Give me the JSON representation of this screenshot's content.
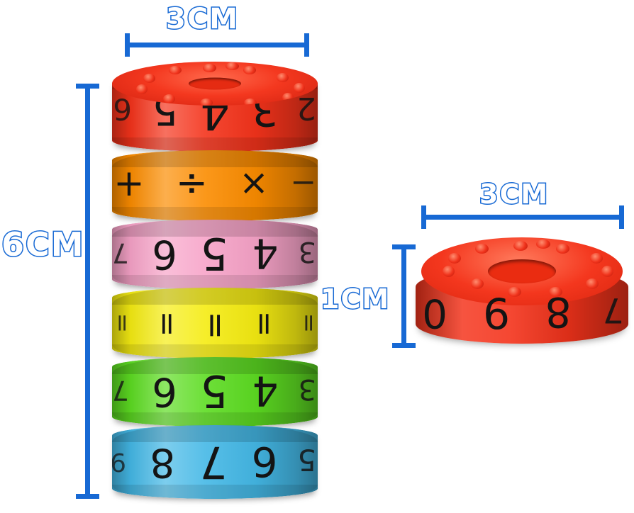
{
  "scene": {
    "title": "Magnetic arithmetic number cylinder toy with size callouts",
    "background_color": "#ffffff",
    "annotation_color": "#1769d4"
  },
  "annotations": [
    {
      "id": "stack-width",
      "name": "stack-width-dimension",
      "label": "3CM",
      "orientation": "horizontal",
      "measures": "diameter of stacked cylinder"
    },
    {
      "id": "stack-height",
      "name": "stack-height-dimension",
      "label": "6CM",
      "orientation": "vertical",
      "measures": "total height of stacked cylinder"
    },
    {
      "id": "disc-width",
      "name": "disc-width-dimension",
      "label": "3CM",
      "orientation": "horizontal",
      "measures": "diameter of single disc"
    },
    {
      "id": "disc-height",
      "name": "disc-height-dimension",
      "label": "1CM",
      "orientation": "vertical",
      "measures": "thickness of single disc"
    }
  ],
  "stack": {
    "name": "magnetic-number-cylinder-stack",
    "ring_count": 6,
    "top_cap": {
      "name": "studded-top-cap",
      "color": "#f4381f",
      "stud_count": 12,
      "stud_color": "#f0321b",
      "center_hole": true
    },
    "rings": [
      {
        "index": 0,
        "name": "ring-red",
        "color": "#f4331b",
        "kind": "digits",
        "glyphs": [
          "6",
          "5",
          "4",
          "3",
          "2"
        ]
      },
      {
        "index": 1,
        "name": "ring-orange",
        "color": "#fb8c00",
        "kind": "operators",
        "glyphs": [
          "+",
          "÷",
          "×",
          "−"
        ]
      },
      {
        "index": 2,
        "name": "ring-pink",
        "color": "#f7a3c8",
        "kind": "digits",
        "glyphs": [
          "7",
          "6",
          "5",
          "4",
          "3"
        ]
      },
      {
        "index": 3,
        "name": "ring-yellow",
        "color": "#f5ec12",
        "kind": "operators",
        "glyphs": [
          "=",
          "=",
          "=",
          "=",
          "="
        ]
      },
      {
        "index": 4,
        "name": "ring-green",
        "color": "#5ddc22",
        "kind": "digits",
        "glyphs": [
          "7",
          "6",
          "5",
          "4",
          "3"
        ]
      },
      {
        "index": 5,
        "name": "ring-blue",
        "color": "#44b8e6",
        "kind": "digits",
        "glyphs": [
          "9",
          "8",
          "7",
          "6",
          "5"
        ]
      }
    ]
  },
  "single_disc": {
    "name": "single-red-disc",
    "color": "#f4331b",
    "stud_count": 12,
    "stud_color": "#f0321b",
    "center_hole": true,
    "glyphs": [
      "0",
      "9",
      "8",
      "7"
    ]
  }
}
